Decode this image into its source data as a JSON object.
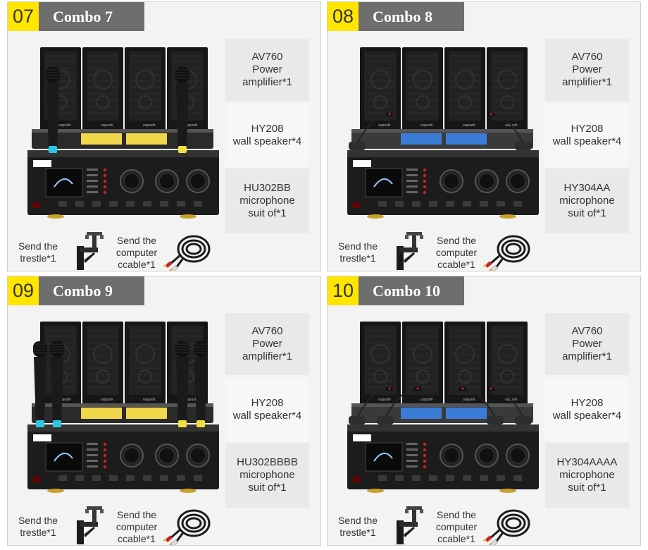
{
  "combos": [
    {
      "number": "07",
      "title": "Combo 7",
      "items": [
        "AV760\nPower\namplifier*1",
        "HY208\nwall speaker*4",
        "HU302BB\nmicrophone\nsuit of*1"
      ],
      "extras": [
        "Send the\ntrestle*1",
        "Send the\ncomputer\nccable*1"
      ],
      "mic_type": "handheld",
      "mic_count": 2
    },
    {
      "number": "08",
      "title": "Combo 8",
      "items": [
        "AV760\nPower\namplifier*1",
        "HY208\nwall speaker*4",
        "HY304AA\nmicrophone\nsuit of*1"
      ],
      "extras": [
        "Send the\ntrestle*1",
        "Send the\ncomputer\nccable*1"
      ],
      "mic_type": "gooseneck",
      "mic_count": 2
    },
    {
      "number": "09",
      "title": "Combo 9",
      "items": [
        "AV760\nPower\namplifier*1",
        "HY208\nwall speaker*4",
        "HU302BBBB\nmicrophone\nsuit of*1"
      ],
      "extras": [
        "Send the\ntrestle*1",
        "Send the\ncomputer\nccable*1"
      ],
      "mic_type": "handheld",
      "mic_count": 4
    },
    {
      "number": "10",
      "title": "Combo 10",
      "items": [
        "AV760\nPower\namplifier*1",
        "HY208\nwall speaker*4",
        "HY304AAAA\nmicrophone\nsuit of*1"
      ],
      "extras": [
        "Send the\ntrestle*1",
        "Send the\ncomputer\nccable*1"
      ],
      "mic_type": "gooseneck",
      "mic_count": 4
    }
  ],
  "colors": {
    "number_bg": "#ffe500",
    "title_bg": "#6e6e6e",
    "item_bg": "#e9e9e9",
    "card_bg": "#f3f3f3",
    "device": "#1c1c1c",
    "display": "#f2d64b",
    "lcd_blue": "#3a7bd5",
    "mic_cyan": "#2bc8e6",
    "mic_yellow": "#f0e040"
  },
  "brand_text": "oupushi"
}
